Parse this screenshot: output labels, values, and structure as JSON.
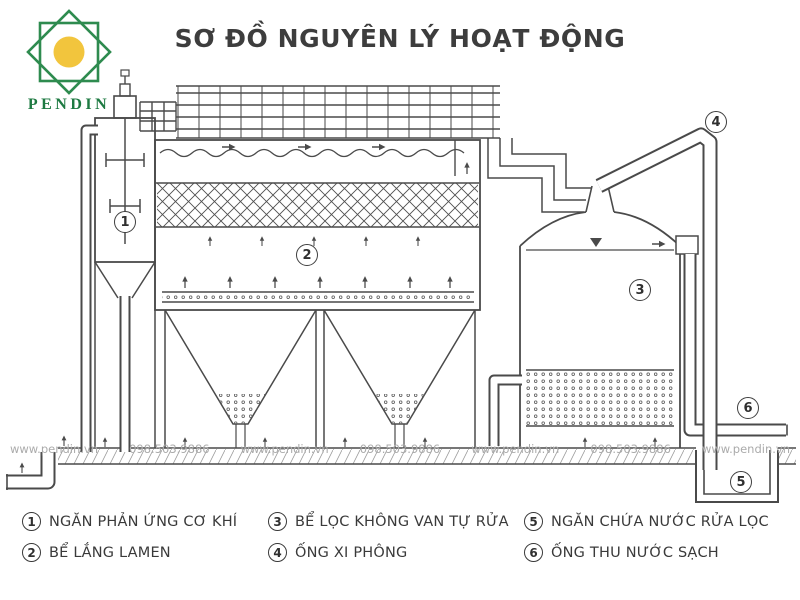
{
  "page": {
    "title": "SƠ ĐỒ NGUYÊN LÝ HOẠT ĐỘNG"
  },
  "logo": {
    "brand": "PENDIN",
    "star_green": "#2e8b4f",
    "text_green": "#1e7a42",
    "center_yellow": "#f2c53d"
  },
  "diagram": {
    "ink": "#4a4a4a",
    "markers": [
      "1",
      "2",
      "3",
      "4",
      "5",
      "6"
    ]
  },
  "watermark": {
    "items": [
      "www.pendin.vn",
      "098.503.9886",
      "www.pendin.vn",
      "098.503.9886",
      "www.pendin.vn",
      "098.503.9886",
      "www.pendin.vn"
    ]
  },
  "legend": {
    "items": [
      {
        "num": "1",
        "label": "NGĂN PHẢN ỨNG CƠ KHÍ"
      },
      {
        "num": "2",
        "label": "BỂ LẮNG LAMEN"
      },
      {
        "num": "3",
        "label": "BỂ LỌC KHÔNG VAN TỰ RỬA"
      },
      {
        "num": "4",
        "label": "ỐNG XI PHÔNG"
      },
      {
        "num": "5",
        "label": "NGĂN CHỨA NƯỚC RỬA LỌC"
      },
      {
        "num": "6",
        "label": "ỐNG THU NƯỚC SẠCH"
      }
    ]
  }
}
